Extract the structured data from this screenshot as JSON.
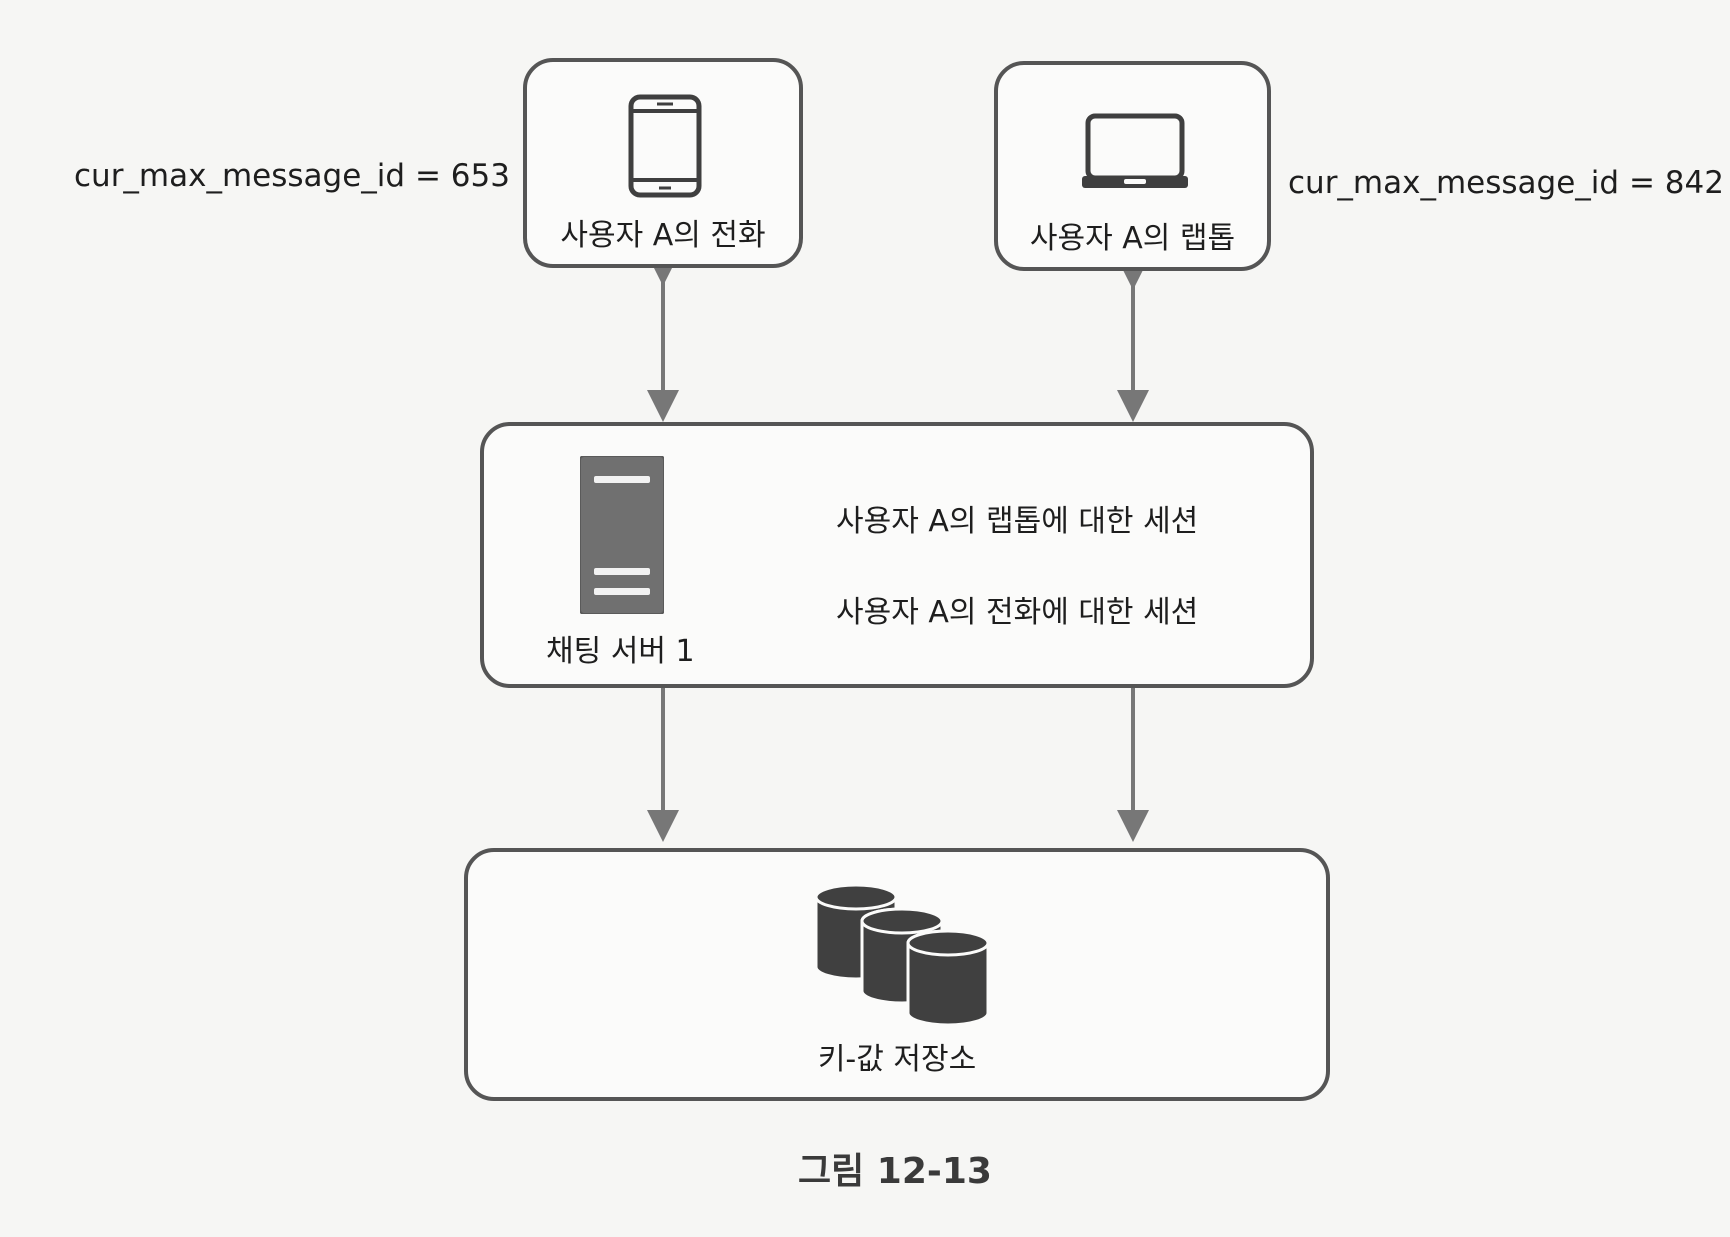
{
  "devices": {
    "phone": {
      "label": "사용자 A의 전화",
      "icon": "tablet-icon",
      "cur_max_message_id": "cur_max_message_id = 653"
    },
    "laptop": {
      "label": "사용자 A의 랩톱",
      "icon": "laptop-icon",
      "cur_max_message_id": "cur_max_message_id = 842"
    }
  },
  "chat_server": {
    "label": "채팅 서버 1",
    "icon": "server-icon",
    "sessions": [
      "사용자 A의 랩톱에 대한 세션",
      "사용자 A의 전화에 대한 세션"
    ]
  },
  "kv_store": {
    "label": "키-값 저장소",
    "icon": "database-icon"
  },
  "caption": "그림 12-13",
  "colors": {
    "stroke": "#555555",
    "icon_fill": "#3f3f3f",
    "server_fill": "#707070"
  }
}
